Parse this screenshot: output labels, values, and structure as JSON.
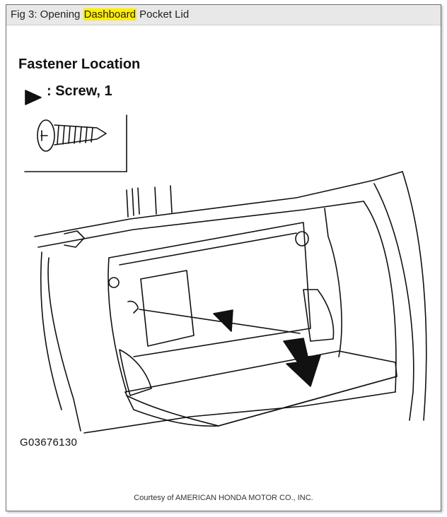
{
  "caption": {
    "prefix": "Fig 3: Opening ",
    "highlight": "Dashboard",
    "suffix": " Pocket Lid"
  },
  "figure": {
    "fastener_title": "Fastener Location",
    "screw_label": ": Screw, 1",
    "part_number": "G03676130"
  },
  "courtesy": "Courtesy of AMERICAN HONDA MOTOR CO., INC.",
  "colors": {
    "highlight": "#ffee00",
    "line": "#111111"
  }
}
